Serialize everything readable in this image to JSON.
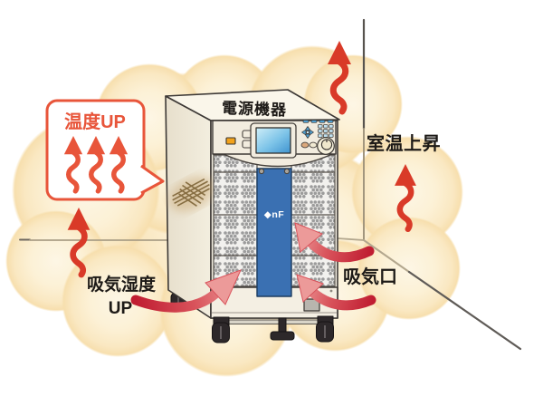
{
  "figure": {
    "bubble_label": "温度UP",
    "device_label": "電源機器",
    "device_logo": "◆nF",
    "room_temp_label": "室温上昇",
    "intake_port_label": "吸気口",
    "intake_humidity_line1": "吸気湿度",
    "intake_humidity_line2": "UP"
  },
  "colors": {
    "heat_arrow_red": "#d93a28",
    "bubble_red": "#e8553a",
    "swoosh_tail_red": "#c01d31",
    "swoosh_head_pink": "#ec9a99",
    "stripe_blue": "#3a70b2",
    "screen_blue": "#4da0d8",
    "cloud_light": "#fdf4de",
    "cloud_edge": "#f8e2b4",
    "device_body_cream": "#f3eee0",
    "wall_line_gray": "#57534e"
  }
}
